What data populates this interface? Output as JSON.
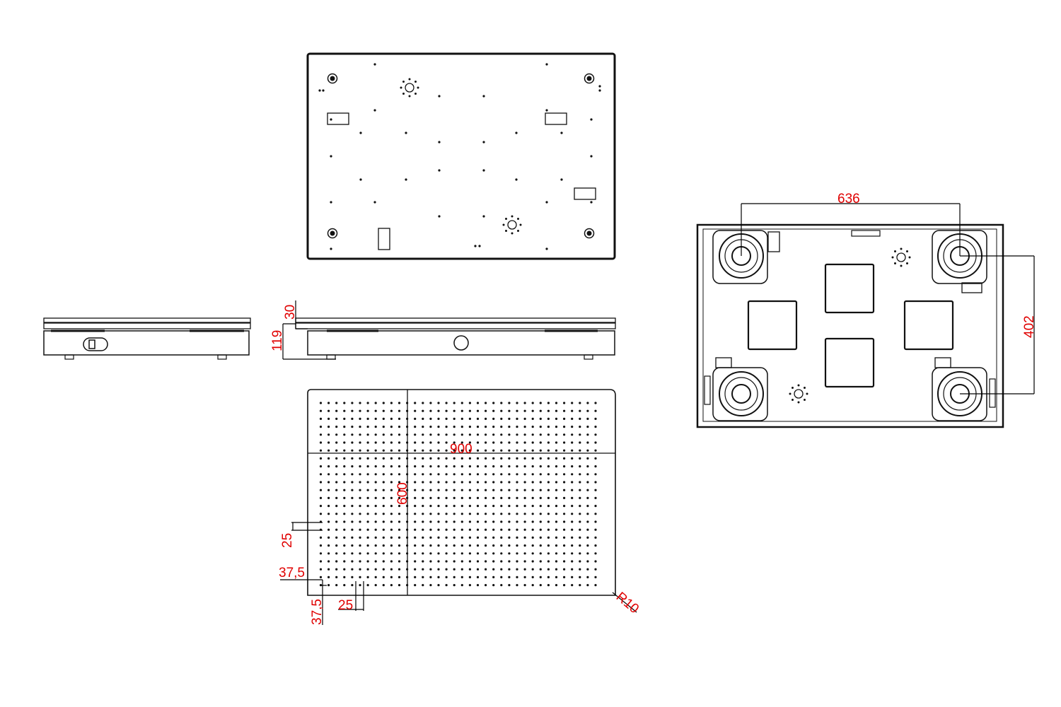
{
  "dimensions": {
    "overall_length": "900",
    "overall_width": "600",
    "hole_pitch_y": "25",
    "hole_pitch_x": "25",
    "edge_offset_y": "37,5",
    "edge_offset_x": "37,5",
    "corner_radius": "R10",
    "total_height": "119",
    "top_thickness": "30",
    "caster_spacing_x": "636",
    "caster_spacing_y": "402"
  },
  "colors": {
    "dimension_text": "#e00000",
    "line": "#111111"
  }
}
